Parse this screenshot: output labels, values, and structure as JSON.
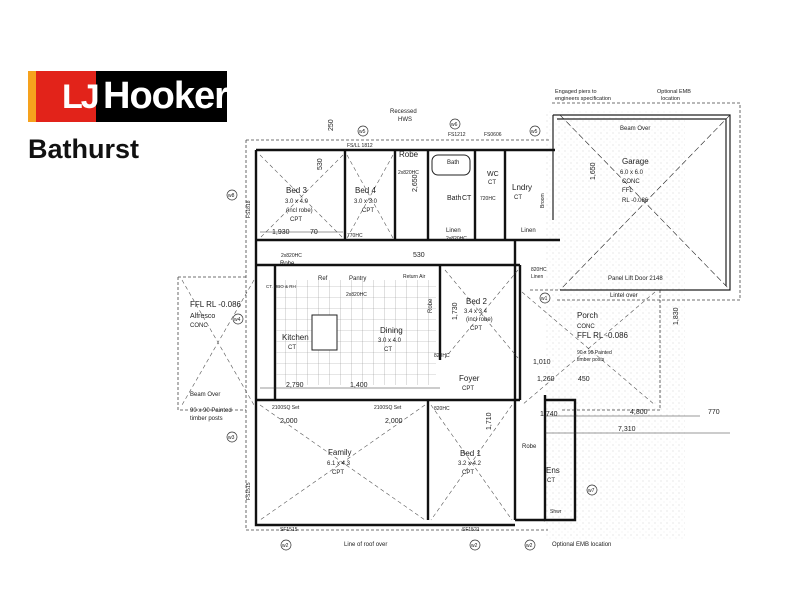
{
  "brand": {
    "logo_lj": "LJ",
    "logo_name": "Hooker",
    "branch": "Bathurst",
    "colors": {
      "orange": "#f6a21d",
      "red": "#e2231a",
      "black": "#000000"
    }
  },
  "annotations": {
    "recessed_hws": [
      "Recessed",
      "HWS"
    ],
    "engaged_piers": [
      "Engaged piers to",
      "engineers specification"
    ],
    "optional_emb": [
      "Optional EMB",
      "location"
    ],
    "beam_over_garage": "Beam Over",
    "beam_over_alfresco": "Beam Over",
    "panel_lift_door": "Panel Lift Door 2148",
    "lintel_over": "Lintel over",
    "painted_posts_porch": [
      "90 x 90 Painted",
      "timber posts"
    ],
    "painted_posts_alfresco": [
      "90 x 90 Painted",
      "timber posts"
    ],
    "line_of_roof_over": "Line of roof over",
    "optional_emb_bottom": "Optional EMB location"
  },
  "rooms": {
    "bed3": {
      "name": "Bed 3",
      "dims": "3.0 x 4.0",
      "note": "(incl robe)",
      "floor": "CPT"
    },
    "bed4": {
      "name": "Bed 4",
      "dims": "3.0 x 3.0",
      "floor": "CPT"
    },
    "robe_top": {
      "name": "Robe"
    },
    "bath": {
      "name": "Bath",
      "floor": "CT"
    },
    "wc": {
      "name": "WC",
      "floor": "CT"
    },
    "lndry": {
      "name": "Lndry",
      "floor": "CT"
    },
    "broom": {
      "name": "Broom"
    },
    "garage": {
      "name": "Garage",
      "dims": "6.0 x 6.0",
      "floor": "CONC",
      "ffl": "FFL",
      "rl": "RL -0.086"
    },
    "alfresco": {
      "ffl": "FFL RL -0.086",
      "name": "Alfresco",
      "floor": "CONC"
    },
    "kitchen": {
      "name": "Kitchen",
      "floor": "CT"
    },
    "dining": {
      "name": "Dining",
      "dims": "3.0 x 4.0",
      "floor": "CT"
    },
    "bed2": {
      "name": "Bed 2",
      "dims": "3.4 x 3.4",
      "note": "(incl robe)",
      "floor": "CPT"
    },
    "porch": {
      "name": "Porch",
      "floor": "CONC",
      "ffl": "FFL RL -0.086"
    },
    "foyer": {
      "name": "Foyer",
      "floor": "CPT"
    },
    "family": {
      "name": "Family",
      "dims": "6.1 x 4.3",
      "floor": "CPT"
    },
    "bed1": {
      "name": "Bed 1",
      "dims": "3.2 x 4.2",
      "floor": "CPT"
    },
    "ens": {
      "name": "Ens",
      "floor": "CT"
    },
    "robe_bed1": {
      "name": "Robe"
    },
    "shwr": {
      "name": "Shwr"
    },
    "linen1": {
      "name": "Linen"
    },
    "linen2": {
      "name": "Linen"
    },
    "linen3": {
      "name": "Linen"
    },
    "robe_hall": {
      "name": "Robe"
    },
    "robe_bed2": {
      "name": "Robe"
    },
    "ref": {
      "name": "Ref"
    },
    "pantry": {
      "name": "Pantry"
    },
    "return_air": {
      "name": "Return Air"
    }
  },
  "dimensions": {
    "d1930": "1,930",
    "d70a": "70",
    "d2790": "2,790",
    "d1400": "1,400",
    "d2000a": "2,000",
    "d2000b": "2,000",
    "d4800": "4,800",
    "d7310": "7,310",
    "d1260": "1,260",
    "d450": "450",
    "d1010": "1,010",
    "d1740": "1,740",
    "d770": "770",
    "d530": "530",
    "d530b": "530",
    "d250": "250",
    "d2650": "2,650",
    "d1710": "1,710",
    "d1730": "1,730",
    "d1830": "1,830",
    "d1650": "1,650"
  },
  "windows": {
    "w5a": "w5",
    "w6": "w6",
    "w5b": "w5",
    "w4": "w4",
    "w3": "w3",
    "w1": "w1",
    "w2a": "w2",
    "w2b": "w2",
    "w2c": "w2",
    "w7": "w7",
    "w8": "w8"
  },
  "frames": {
    "fs1812": "FS/LL 1812",
    "fs1212": "FS1212",
    "fs0606": "FS0606",
    "fs1818": "FS1818",
    "fs1515": "FS1515",
    "sf1515": "SF1515",
    "sf1521": "SF1521"
  },
  "doors": {
    "d2x820hc_robe": "2x820HC",
    "d770hc": "770HC",
    "d720hc": "720HC",
    "d2x820hc_linen": "2x820HC",
    "d820hc_a": "820HC",
    "d820hc_b": "820HC",
    "d820hc_c": "820HC",
    "d2x820hc_pantry": "2x820HC",
    "d2x820_hall": "2x820HC",
    "d2100sq_a": "2100SQ Set",
    "d2100sq_b": "2100SQ Set",
    "fridge_note": "CT. UBO & RH"
  }
}
